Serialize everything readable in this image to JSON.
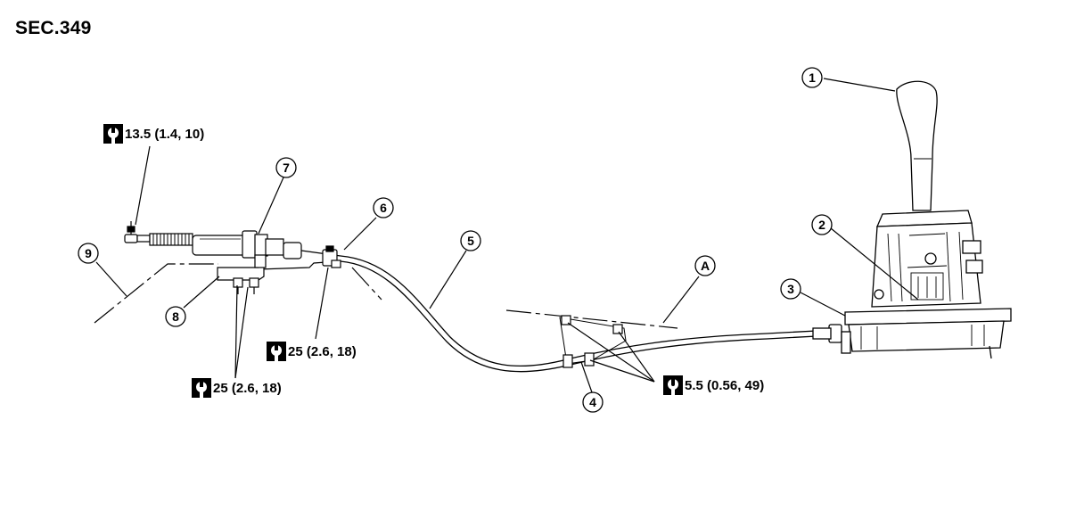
{
  "section_id": "SEC.349",
  "callouts": {
    "c1": "1",
    "c2": "2",
    "c3": "3",
    "c4": "4",
    "c5": "5",
    "c6": "6",
    "c7": "7",
    "c8": "8",
    "c9": "9",
    "cA": "A"
  },
  "torque_specs": {
    "t_end": "13.5 (1.4, 10)",
    "t_bracket_mid": "25 (2.6, 18)",
    "t_bracket_low": "25 (2.6, 18)",
    "t_clamp": "5.5 (0.56, 49)"
  },
  "icons": {
    "torque_nm": "torque-wrench-icon",
    "torque_nm_in": "torque-wrench-inch-icon"
  }
}
